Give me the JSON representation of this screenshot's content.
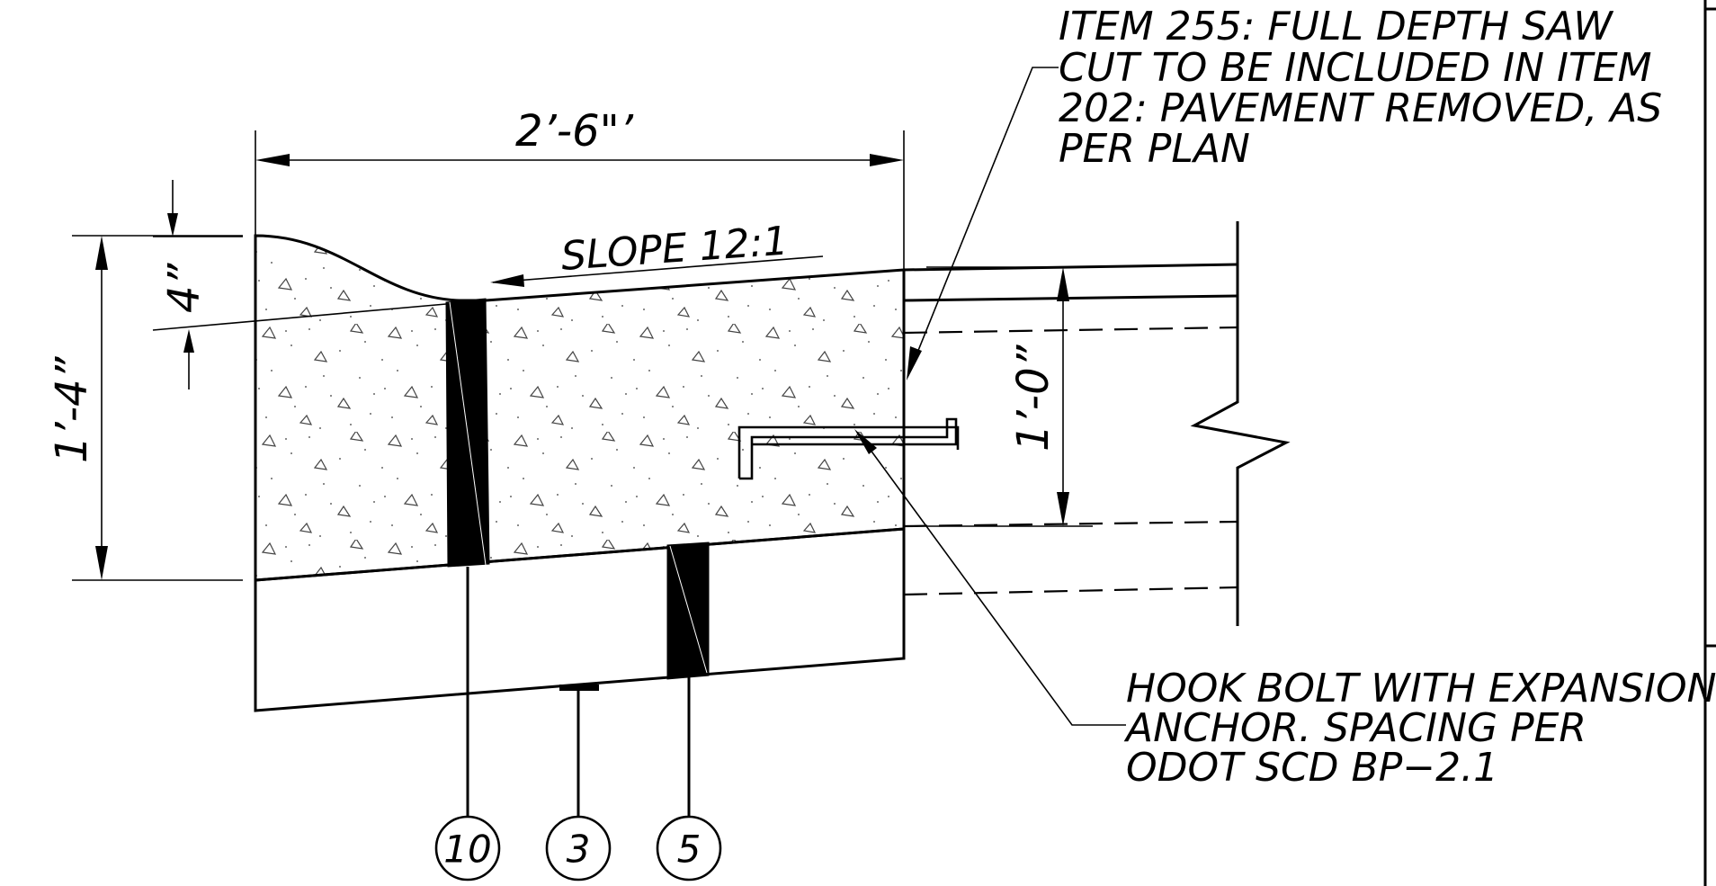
{
  "dimensions": {
    "width": "2’-6\"’",
    "depth": "1’-4”",
    "curb": "4”",
    "slab": "1’-0”"
  },
  "labels": {
    "slope": "SLOPE 12:1"
  },
  "notes": {
    "saw_cut": [
      "ITEM 255: FULL DEPTH SAW",
      "CUT TO BE INCLUDED IN ITEM",
      "202: PAVEMENT REMOVED, AS",
      "PER PLAN"
    ],
    "hook_bolt": [
      "HOOK BOLT WITH EXPANSION",
      "ANCHOR.  SPACING PER",
      "ODOT SCD BP−2.1"
    ]
  },
  "callouts": [
    "10",
    "3",
    "5"
  ]
}
